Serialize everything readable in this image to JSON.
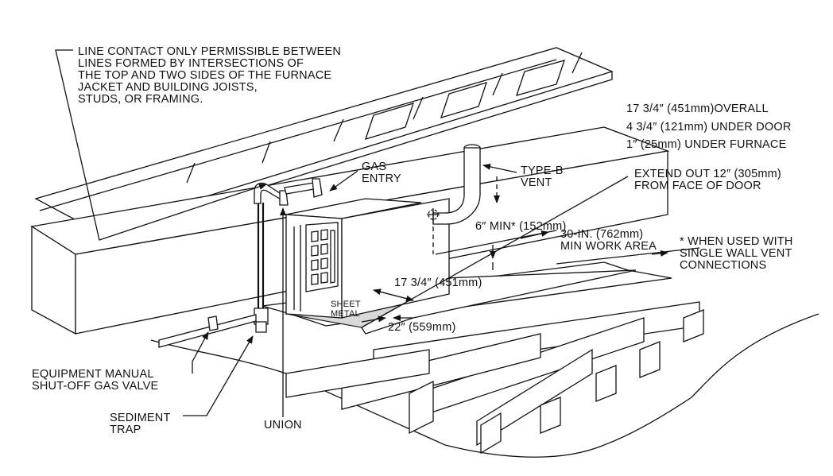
{
  "labels": {
    "line_contact": "LINE CONTACT ONLY PERMISSIBLE BETWEEN\nLINES FORMED BY INTERSECTIONS OF\nTHE TOP AND TWO SIDES OF THE FURNACE\nJACKET AND BUILDING JOISTS,\nSTUDS, OR FRAMING.",
    "gas_entry": "GAS\nENTRY",
    "type_b_vent": "TYPE-B\nVENT",
    "overall": "17 3/4″ (451mm)OVERALL",
    "under_door": "4 3/4″ (121mm) UNDER DOOR",
    "under_furnace": "1″ (25mm) UNDER FURNACE",
    "extend_out": "EXTEND OUT 12″ (305mm)\nFROM FACE OF DOOR",
    "six_min": "6″ MIN* (152mm)",
    "work_area": "30-IN. (762mm)\nMIN WORK AREA",
    "single_wall": "* WHEN USED WITH\nSINGLE WALL VENT\nCONNECTIONS",
    "width_dim": "17 3/4″ (451mm)",
    "sheet_metal": "SHEET\nMETAL",
    "depth_dim": "22″ (559mm)",
    "shutoff_valve": "EQUIPMENT MANUAL\nSHUT-OFF GAS VALVE",
    "sediment_trap": "SEDIMENT\nTRAP",
    "union": "UNION"
  }
}
